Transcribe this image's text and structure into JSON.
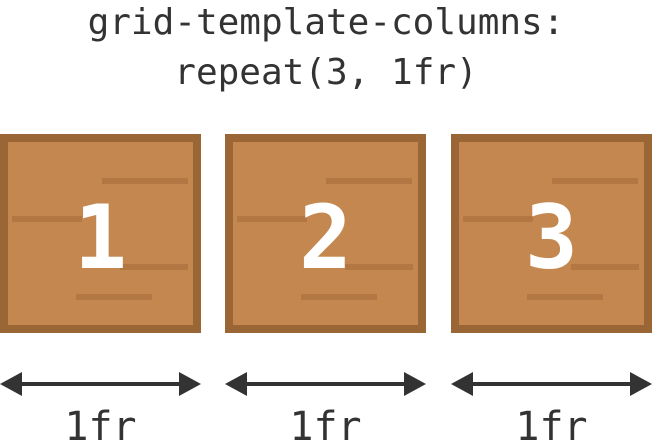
{
  "title": {
    "line1": "grid-template-columns:",
    "line2": "repeat(3, 1fr)"
  },
  "colors": {
    "box_fill": "#c4874f",
    "box_border": "#9a6635",
    "box_grain": "#b27743",
    "label": "#ffffff",
    "arrow": "#333333",
    "text": "#333333"
  },
  "columns": [
    {
      "number": "1",
      "size_label": "1fr"
    },
    {
      "number": "2",
      "size_label": "1fr"
    },
    {
      "number": "3",
      "size_label": "1fr"
    }
  ]
}
